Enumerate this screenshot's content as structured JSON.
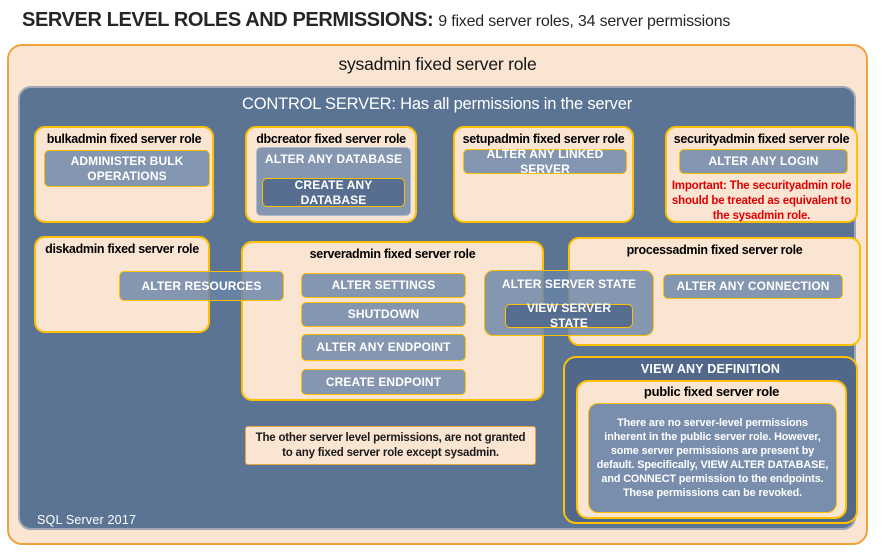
{
  "page": {
    "title_strong": "SERVER LEVEL ROLES AND PERMISSIONS:",
    "title_rest": "9 fixed server roles, 34 server permissions",
    "footer": "SQL Server 2017"
  },
  "sysadmin": {
    "label": "sysadmin fixed server role"
  },
  "control_server": {
    "label": "CONTROL SERVER: Has all permissions in the server"
  },
  "roles": {
    "bulkadmin": {
      "title": "bulkadmin fixed server role",
      "perm": "ADMINISTER BULK OPERATIONS"
    },
    "dbcreator": {
      "title": "dbcreator fixed server role",
      "perm_outer": "ALTER ANY DATABASE",
      "perm_inner": "CREATE ANY DATABASE"
    },
    "setupadmin": {
      "title": "setupadmin fixed server role",
      "perm": "ALTER ANY LINKED SERVER"
    },
    "securityadmin": {
      "title": "securityadmin fixed server role",
      "perm": "ALTER ANY LOGIN",
      "warning": "Important: The securityadmin role should be treated as equivalent to the sysadmin role."
    },
    "diskadmin": {
      "title": "diskadmin fixed server role",
      "perm": "ALTER RESOURCES"
    },
    "serveradmin": {
      "title": "serveradmin fixed server role",
      "perms": [
        "ALTER SETTINGS",
        "SHUTDOWN",
        "ALTER ANY ENDPOINT",
        "CREATE ENDPOINT"
      ],
      "perm_outer": "ALTER SERVER STATE",
      "perm_inner": "VIEW SERVER STATE"
    },
    "processadmin": {
      "title": "processadmin fixed server role",
      "perm": "ALTER ANY CONNECTION"
    },
    "public": {
      "banner": "VIEW ANY DEFINITION",
      "title": "public fixed server role",
      "note": "There are no server-level permissions inherent in the public server role. However, some server permissions are present by default. Specifically, VIEW ALTER DATABASE, and CONNECT permission to the endpoints. These permissions can be revoked."
    }
  },
  "note": "The other server level permissions, are not granted to any fixed server role except sysadmin.",
  "colors": {
    "peach_fill": "#fae5d3",
    "outer_border_orange": "#efa13b",
    "inner_border_yellow": "#ffc000",
    "control_blue": "#5b7494",
    "permission_blue": "#8496b0",
    "nested_permission_blue": "#576e90",
    "view_any_definition_blue": "#52688a",
    "warning_red": "#e00000"
  }
}
